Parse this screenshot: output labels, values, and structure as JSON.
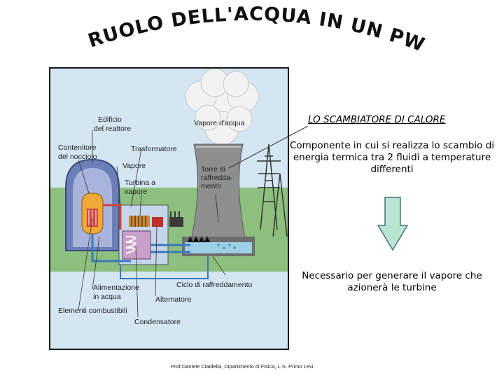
{
  "title": "IL RUOLO DELL'ACQUA IN UN PWR",
  "diagram": {
    "labels": {
      "edificio": [
        "Edificio",
        "del reattore"
      ],
      "vapore_acqua": "Vapore d'acqua",
      "contenitore": [
        "Contenitore",
        "del nocciolo"
      ],
      "trasformatore": "Trasformatore",
      "vapore": "Vapore",
      "torre": [
        "Torre di",
        "raffredda-",
        "mento"
      ],
      "turbina": [
        "Turbina a",
        "vapore"
      ],
      "alimentazione": [
        "Alimentazione",
        "in acqua"
      ],
      "ciclo": "Ciclo di raffreddamento",
      "elementi": "Elementi combustibili",
      "alternatore": "Alternatore",
      "condensatore": "Condensatore"
    }
  },
  "text": {
    "heading": "LO SCAMBIATORE DI CALORE",
    "description": "Componente in cui si realizza lo scambio di energia termica tra 2 fluidi a temperature differenti",
    "consequence": "Necessario per generare il vapore che azionerà le turbine"
  },
  "footer": "Prof.Daniele Ciaidella, Dipartimento di Fisica, L.S. Primo Levi",
  "colors": {
    "title_fill": "#111111",
    "arrow_fill": "#b8e6cf",
    "arrow_stroke": "#4d6f86"
  },
  "icons": {
    "arrow": "down-arrow-icon"
  }
}
